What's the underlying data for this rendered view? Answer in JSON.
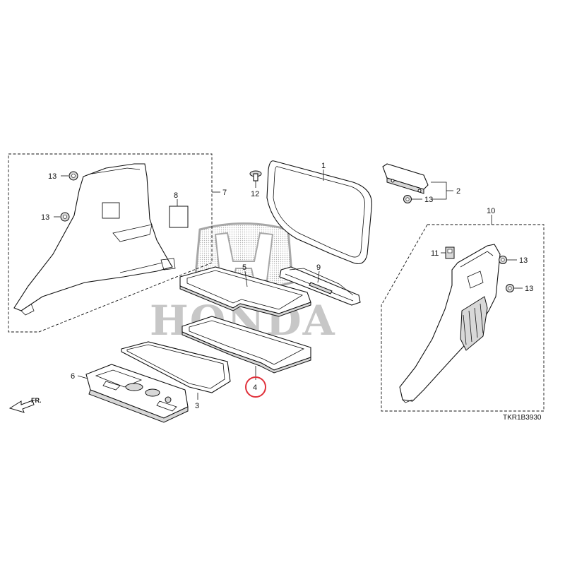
{
  "watermark": {
    "brand": "HONDA"
  },
  "diagram_code": "TKR1B3930",
  "front_marker": "FR.",
  "callouts": {
    "c1": "1",
    "c2": "2",
    "c3": "3",
    "c4": "4",
    "c5": "5",
    "c6": "6",
    "c7": "7",
    "c8": "8",
    "c9": "9",
    "c10": "10",
    "c11": "11",
    "c12": "12",
    "c13a": "13",
    "c13b": "13",
    "c13c": "13",
    "c13d": "13",
    "c13e": "13"
  },
  "highlighted_part": "4",
  "highlight_color": "#e0303a"
}
